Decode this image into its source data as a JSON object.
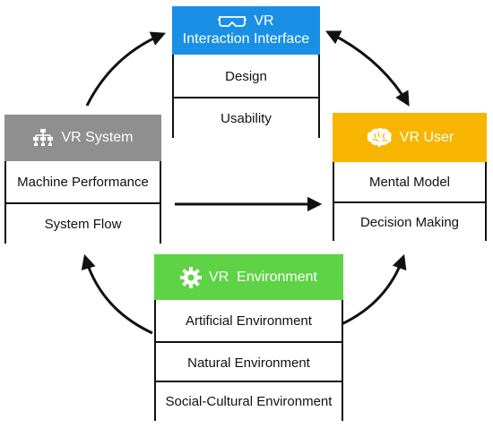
{
  "colors": {
    "interface": "#1a8fe6",
    "system": "#8f8f8f",
    "user": "#f7b500",
    "environment": "#5ed345",
    "line": "#111111"
  },
  "interface": {
    "title_line1": "VR",
    "title_line2": "Interaction Interface",
    "icon": "vr-goggles-icon",
    "items": [
      "Design",
      "Usability"
    ]
  },
  "system": {
    "title": "VR System",
    "icon": "hierarchy-icon",
    "items": [
      "Machine Performance",
      "System Flow"
    ]
  },
  "user": {
    "title": "VR User",
    "icon": "brain-icon",
    "items": [
      "Mental Model",
      "Decision Making"
    ]
  },
  "environment": {
    "title": "VR  Environment",
    "icon": "gear-icon",
    "items": [
      "Artificial Environment",
      "Natural Environment",
      "Social-Cultural Environment"
    ]
  }
}
